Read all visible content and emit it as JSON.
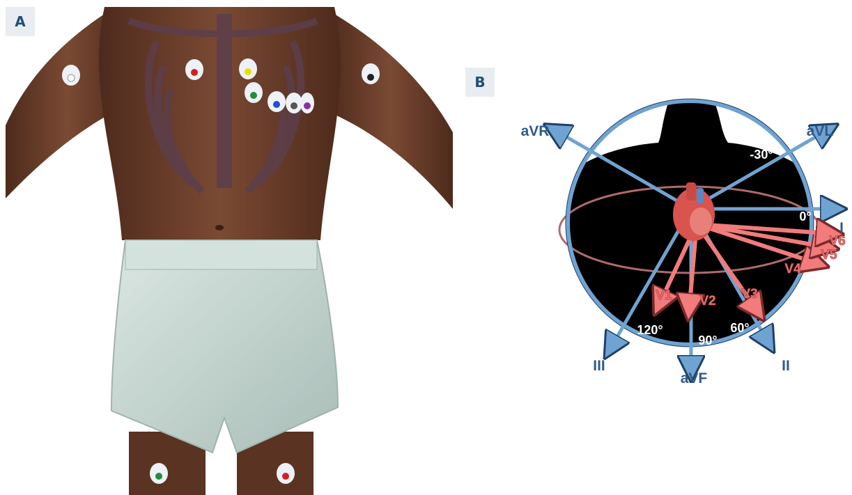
{
  "panels": {
    "a_label": "A",
    "b_label": "B"
  },
  "colors": {
    "label_bg": "#e9edf1",
    "label_text": "#1f4e79",
    "skin": "#6b3e2a",
    "ribs": "#5c3f4c",
    "shorts": "#c9d9d4",
    "limb_axis": "#6fa3d2",
    "limb_label": "#2f5b8a",
    "precordial_axis": "#f27b7b",
    "precordial_label": "#e86b6b",
    "silhouette": "#000000",
    "heart": "#d9534f"
  },
  "electrodes": {
    "limb": [
      {
        "name": "right-arm-electrode",
        "color": "#ffffff"
      },
      {
        "name": "left-arm-electrode",
        "color": "#222222"
      },
      {
        "name": "right-leg-electrode",
        "color": "#1e8f3a"
      },
      {
        "name": "left-leg-electrode",
        "color": "#d62020"
      }
    ],
    "chest": [
      {
        "name": "v1-electrode",
        "color": "#d62020"
      },
      {
        "name": "v2-electrode",
        "color": "#e8e000"
      },
      {
        "name": "v3-electrode",
        "color": "#1e8f3a"
      },
      {
        "name": "v4-electrode",
        "color": "#1f4fd6"
      },
      {
        "name": "v5-electrode",
        "color": "#555555"
      },
      {
        "name": "v6-electrode",
        "color": "#8a2ea8"
      }
    ]
  },
  "hexaxial": {
    "limb_leads": [
      {
        "label": "I",
        "angle": 0
      },
      {
        "label": "II",
        "angle": 60
      },
      {
        "label": "III",
        "angle": 120
      },
      {
        "label": "aVR",
        "angle": -150
      },
      {
        "label": "aVL",
        "angle": -30
      },
      {
        "label": "aVF",
        "angle": 90
      }
    ],
    "precordial_leads": [
      {
        "label": "V1",
        "angle": 115
      },
      {
        "label": "V2",
        "angle": 95
      },
      {
        "label": "V3",
        "angle": 55
      },
      {
        "label": "V4",
        "angle": 18
      },
      {
        "label": "V5",
        "angle": 10
      },
      {
        "label": "V6",
        "angle": 4
      }
    ],
    "degree_marks": [
      {
        "label": "-30°",
        "angle": -30
      },
      {
        "label": "0°",
        "angle": 0
      },
      {
        "label": "60°",
        "angle": 60
      },
      {
        "label": "90°",
        "angle": 90
      },
      {
        "label": "120°",
        "angle": 120
      }
    ]
  }
}
